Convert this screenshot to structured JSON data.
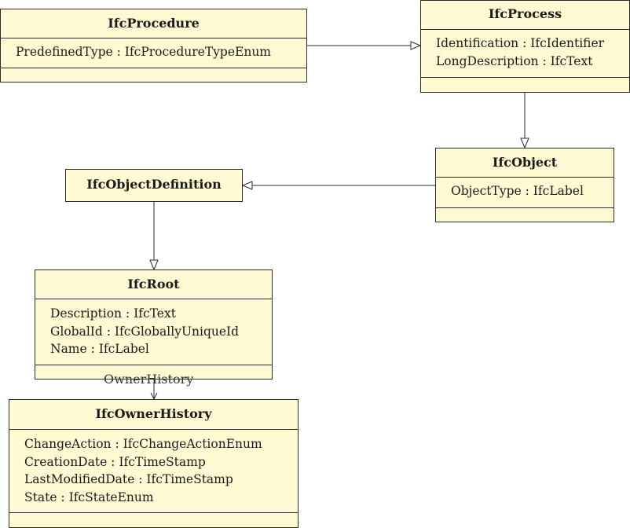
{
  "classes": {
    "procedure": {
      "name": "IfcProcedure",
      "attributes": [
        "PredefinedType : IfcProcedureTypeEnum"
      ]
    },
    "process": {
      "name": "IfcProcess",
      "attributes": [
        "Identification : IfcIdentifier",
        "LongDescription : IfcText"
      ]
    },
    "object": {
      "name": "IfcObject",
      "attributes": [
        "ObjectType : IfcLabel"
      ]
    },
    "object_definition": {
      "name": "IfcObjectDefinition"
    },
    "root": {
      "name": "IfcRoot",
      "attributes": [
        "Description : IfcText",
        "GlobalId : IfcGloballyUniqueId",
        "Name : IfcLabel"
      ]
    },
    "owner_history": {
      "name": "IfcOwnerHistory",
      "attributes": [
        "ChangeAction : IfcChangeActionEnum",
        "CreationDate : IfcTimeStamp",
        "LastModifiedDate : IfcTimeStamp",
        "State : IfcStateEnum"
      ]
    }
  },
  "relations": [
    {
      "type": "generalization",
      "from": "IfcProcedure",
      "to": "IfcProcess"
    },
    {
      "type": "generalization",
      "from": "IfcProcess",
      "to": "IfcObject"
    },
    {
      "type": "generalization",
      "from": "IfcObject",
      "to": "IfcObjectDefinition"
    },
    {
      "type": "generalization",
      "from": "IfcObjectDefinition",
      "to": "IfcRoot"
    },
    {
      "type": "association",
      "from": "IfcRoot",
      "to": "IfcOwnerHistory",
      "label": "OwnerHistory"
    }
  ],
  "colors": {
    "class_fill": "#fffad3",
    "line": "#2b2b2b"
  }
}
